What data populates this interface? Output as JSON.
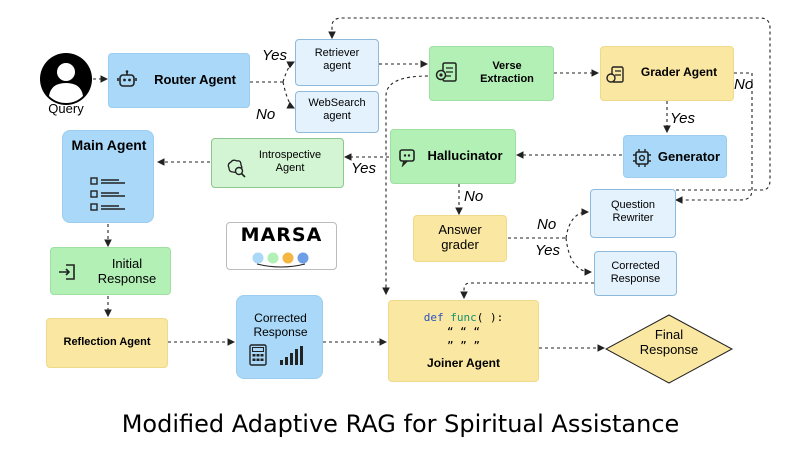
{
  "query": {
    "label": "Query"
  },
  "nodes": {
    "router": "Router Agent",
    "retriever": "Retriever agent",
    "websearch": "WebSearch agent",
    "verse": "Verse Extraction",
    "grader": "Grader Agent",
    "generator": "Generator",
    "hallucinator": "Hallucinator",
    "introspective": "Introspective Agent",
    "main_agent": "Main Agent",
    "question_rewriter": "Question Rewriter",
    "answer_grader": "Answer grader",
    "corrected_response_small": "Corrected Response",
    "initial_response": "Initial Response",
    "reflection": "Reflection Agent",
    "corrected_response": "Corrected Response",
    "joiner": "Joiner Agent",
    "final_response": "Final Response"
  },
  "edge_labels": {
    "router_yes": "Yes",
    "router_no": "No",
    "grader_no": "No",
    "grader_yes": "Yes",
    "halluc_yes": "Yes",
    "halluc_no": "No",
    "answer_no": "No",
    "answer_yes": "Yes"
  },
  "marsa": {
    "label": "MARSA",
    "dot_colors": [
      "#a9d8f8",
      "#b2f0b6",
      "#f5b642",
      "#6f9ee8"
    ]
  },
  "joiner_code": {
    "line1_kw": "def",
    "line1_fn": "func",
    "line1_rest": "( ):",
    "line2": "“ “ “",
    "line3": "” ” ”"
  },
  "icons": [
    "user-icon",
    "robot-headset-icon",
    "document-gear-icon",
    "gear-chip-icon",
    "chatbot-icon",
    "brain-search-icon",
    "checklist-icon",
    "login-arrow-icon",
    "calculator-icon",
    "bar-chart-icon"
  ],
  "title": "Modified Adaptive RAG for Spiritual Assistance"
}
